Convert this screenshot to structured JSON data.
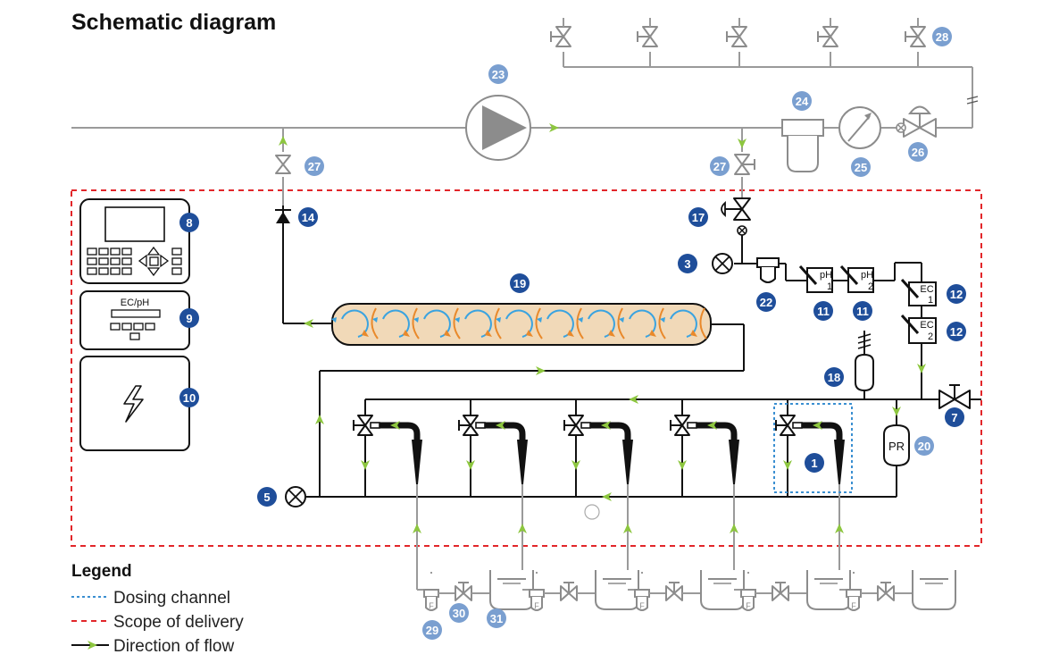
{
  "title": "Schematic diagram",
  "colors": {
    "pipe_gray": "#9a9a9a",
    "pipe_black": "#111111",
    "flow_arrow": "#8dc63f",
    "badge_light": "#7a9fd0",
    "badge_dark": "#1f4e9a",
    "scope_border": "#e2262a",
    "dosing_border": "#3a8fd1",
    "mixer_fill": "#f1d9b8",
    "mixer_blue": "#3aa3e0",
    "mixer_orange": "#e9892b"
  },
  "components": {
    "controller_8": {
      "number": "8",
      "icon": "controller-keypad-icon"
    },
    "ecph_module_9": {
      "number": "9",
      "label": "EC/pH"
    },
    "power_module_10": {
      "number": "10",
      "icon": "lightning-icon"
    },
    "pump_23": {
      "number": "23",
      "icon": "pump-icon"
    },
    "filter_24": {
      "number": "24"
    },
    "gauge_25": {
      "number": "25",
      "icon": "pressure-gauge-icon"
    },
    "valve_26": {
      "number": "26"
    },
    "valve_27_left": {
      "number": "27"
    },
    "valve_27_right": {
      "number": "27"
    },
    "valves_28": {
      "number": "28"
    },
    "check_valve_14": {
      "number": "14"
    },
    "valve_17": {
      "number": "17"
    },
    "port_3": {
      "number": "3"
    },
    "filter_22": {
      "number": "22"
    },
    "ph_sensor_1": {
      "number": "11",
      "label": "pH",
      "index": "1"
    },
    "ph_sensor_2": {
      "number": "11",
      "label": "pH",
      "index": "2"
    },
    "ec_sensor_1": {
      "number": "12",
      "label": "EC",
      "index": "1"
    },
    "ec_sensor_2": {
      "number": "12",
      "label": "EC",
      "index": "2"
    },
    "mixer_19": {
      "number": "19"
    },
    "accumulator_18": {
      "number": "18"
    },
    "valve_7": {
      "number": "7"
    },
    "pressure_regulator_20": {
      "number": "20",
      "label": "PR"
    },
    "dosing_channel_1": {
      "number": "1"
    },
    "port_5": {
      "number": "5"
    },
    "filter_29": {
      "number": "29",
      "label": "F"
    },
    "valve_30": {
      "number": "30"
    },
    "tank_31": {
      "number": "31"
    }
  },
  "tank_filter_label": "F",
  "legend": {
    "title": "Legend",
    "items": [
      {
        "label": "Dosing channel",
        "style": "dotted-blue"
      },
      {
        "label": "Scope of delivery",
        "style": "dashed-red"
      },
      {
        "label": "Direction of flow",
        "style": "flow-arrow"
      }
    ]
  }
}
